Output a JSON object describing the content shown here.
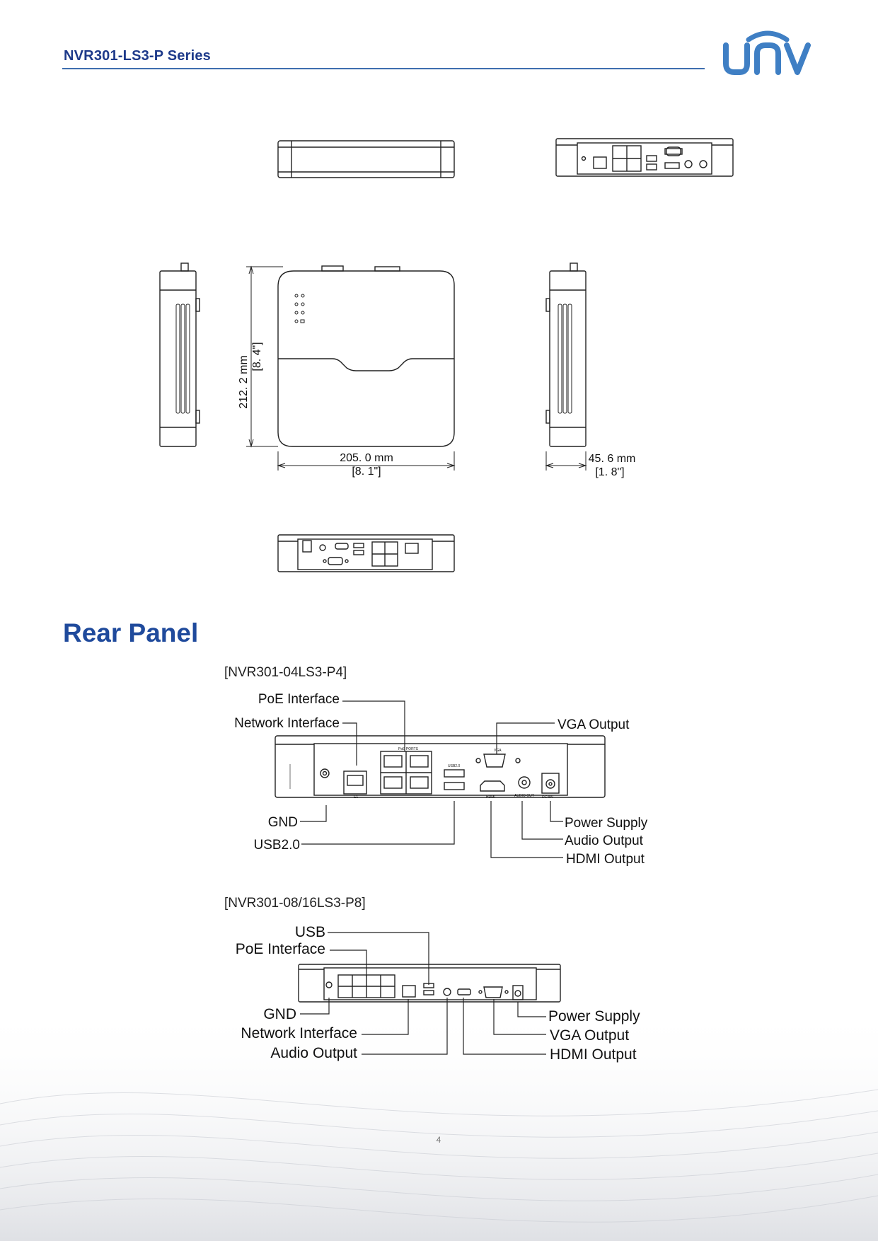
{
  "header": {
    "series_title": "NVR301-LS3-P Series",
    "brand_logo": "UNV"
  },
  "dimensions": {
    "height_mm": "212. 2  mm",
    "height_in": "[8. 4\"]",
    "width_mm": "205. 0  mm",
    "width_in": "[8. 1\"]",
    "depth_mm": "45. 6  mm",
    "depth_in": "[1. 8\"]"
  },
  "rear_panel": {
    "heading": "Rear Panel",
    "models": [
      {
        "model": "[NVR301-04LS3-P4]",
        "callouts": {
          "poe": "PoE Interface",
          "network": "Network Interface",
          "vga": "VGA Output",
          "gnd": "GND",
          "usb": "USB2.0",
          "power": "Power Supply",
          "audio": "Audio Output",
          "hdmi": "HDMI Output"
        },
        "panel_labels": {
          "poe_ports": "PoE PORTS",
          "vga": "VGA",
          "usb": "USB2.0",
          "audio_out": "AUDIO OUT",
          "dc": "DC48V",
          "hdmi": "HDMI",
          "network": "E1"
        }
      },
      {
        "model": "[NVR301-08/16LS3-P8]",
        "callouts": {
          "usb": "USB",
          "poe": "PoE Interface",
          "gnd": "GND",
          "network": "Network Interface",
          "audio": "Audio Output",
          "power": "Power Supply",
          "vga": "VGA Output",
          "hdmi": "HDMI Output"
        }
      }
    ]
  },
  "footer": {
    "page_number": "4"
  }
}
